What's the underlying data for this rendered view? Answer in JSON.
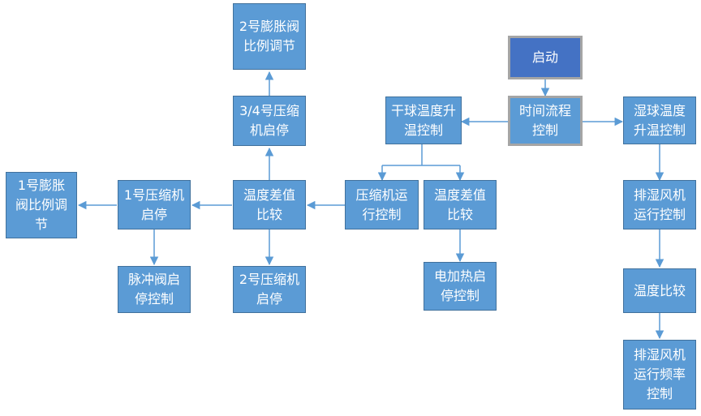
{
  "nodes": {
    "start": "启动",
    "time_flow_control": "时间流程控制",
    "dry_bulb_heat_control": "干球温度升温控制",
    "wet_bulb_heat_control": "湿球温度升温控制",
    "compressor_run_control": "压缩机运行控制",
    "temp_diff_compare_right": "温度差值比较",
    "electric_heat_control": "电加热启停控制",
    "temp_diff_compare_center": "温度差值比较",
    "compressor_34_start_stop": "3/4号压缩机启停",
    "expansion_valve_2": "2号膨胀阀比例调节",
    "compressor_1_start_stop": "1号压缩机启停",
    "expansion_valve_1": "1号膨胀阀比例调节",
    "pulse_valve_control": "脉冲阀启停控制",
    "compressor_2_start_stop": "2号压缩机启停",
    "dehumid_fan_run_control": "排湿风机运行控制",
    "temperature_compare": "温度比较",
    "dehumid_fan_freq_control": "排湿风机运行频率控制"
  },
  "colors": {
    "node_fill": "#5b9bd5",
    "node_border": "#41719c",
    "start_fill": "#4472c4",
    "start_border": "#a5a5a5",
    "connector": "#5b9bd5",
    "text": "#ffffff"
  }
}
